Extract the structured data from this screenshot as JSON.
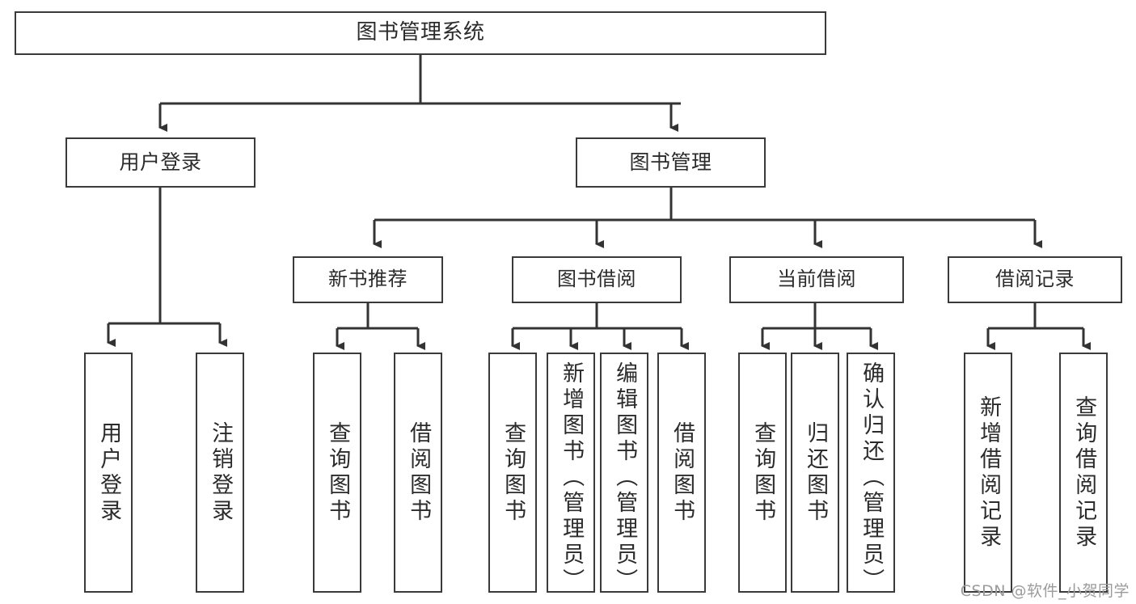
{
  "diagram": {
    "title": "图书管理系统",
    "type": "tree-hierarchy",
    "orientation": "top-down",
    "colors": {
      "box_border": "#3a3a3a",
      "box_fill": "#ffffff",
      "connector": "#333333",
      "text": "#2b2b2b",
      "watermark": "#9b9b9b"
    },
    "root": {
      "label": "图书管理系统"
    },
    "level2": [
      {
        "label": "用户登录"
      },
      {
        "label": "图书管理"
      }
    ],
    "level3": [
      {
        "label": "新书推荐"
      },
      {
        "label": "图书借阅"
      },
      {
        "label": "当前借阅"
      },
      {
        "label": "借阅记录"
      }
    ],
    "leaves": {
      "user_login": [
        {
          "label": "用户登录"
        },
        {
          "label": "注销登录"
        }
      ],
      "new_book": [
        {
          "label": "查询图书"
        },
        {
          "label": "借阅图书"
        }
      ],
      "borrow_book": [
        {
          "label": "查询图书"
        },
        {
          "label": "新增图书（管理员）"
        },
        {
          "label": "编辑图书（管理员）"
        },
        {
          "label": "借阅图书"
        }
      ],
      "current_borrow": [
        {
          "label": "查询图书"
        },
        {
          "label": "归还图书"
        },
        {
          "label": "确认归还（管理员）"
        }
      ],
      "borrow_record": [
        {
          "label": "新增借阅记录"
        },
        {
          "label": "查询借阅记录"
        }
      ]
    }
  },
  "watermark": {
    "text": "CSDN @软件_小贺同学"
  }
}
